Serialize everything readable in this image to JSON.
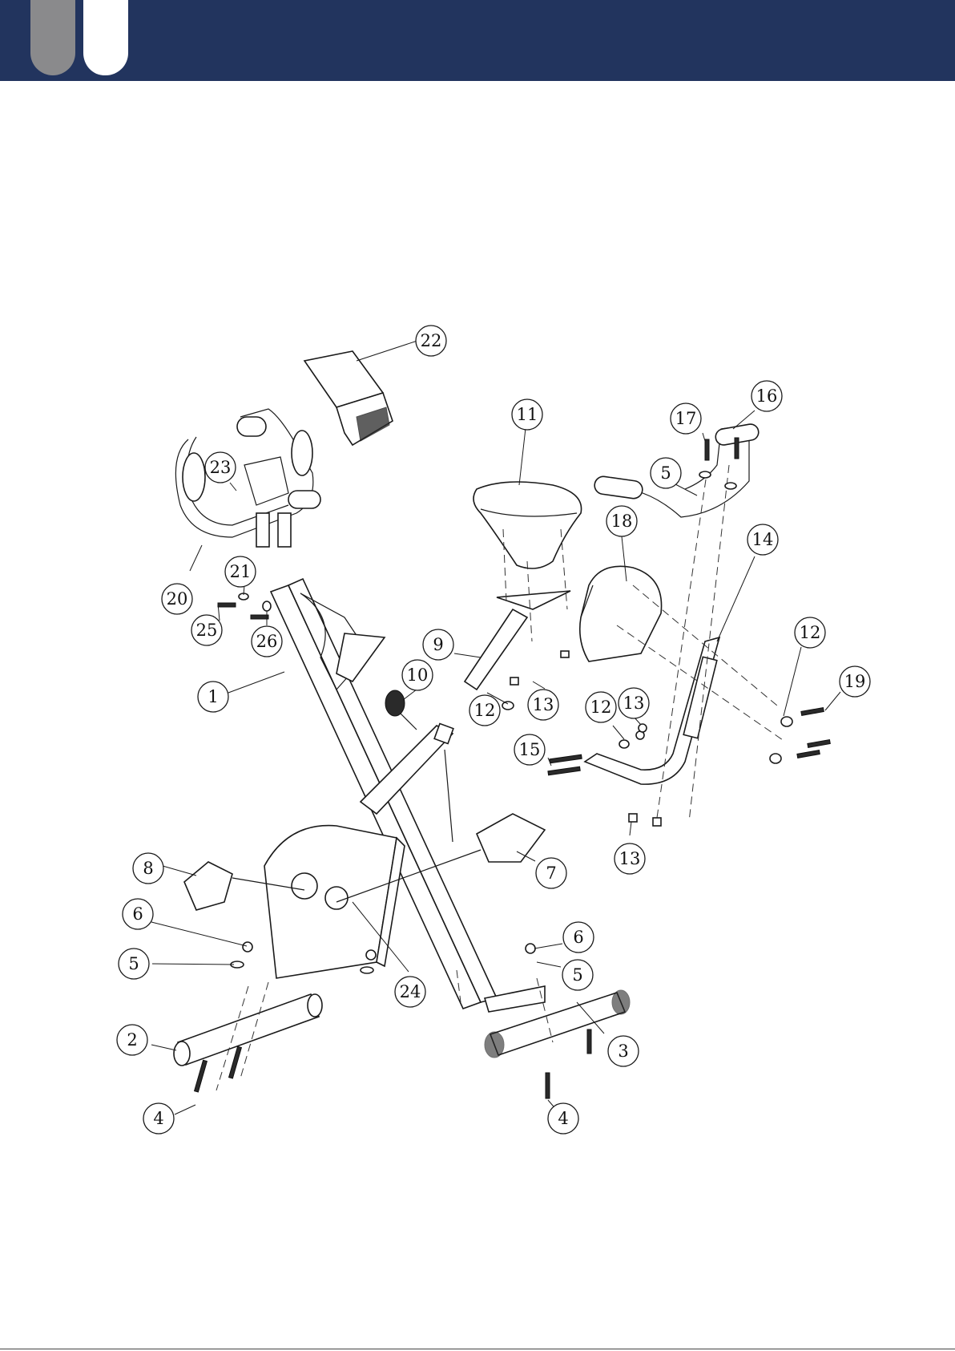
{
  "header": {
    "band_color": "#22345e",
    "tab_colors": [
      "#8a8a8c",
      "#ffffff"
    ]
  },
  "diagram": {
    "callouts": [
      {
        "id": "c22",
        "label": "22"
      },
      {
        "id": "c16",
        "label": "16"
      },
      {
        "id": "c11",
        "label": "11"
      },
      {
        "id": "c17",
        "label": "17"
      },
      {
        "id": "c5a",
        "label": "5"
      },
      {
        "id": "c23",
        "label": "23"
      },
      {
        "id": "c18",
        "label": "18"
      },
      {
        "id": "c14",
        "label": "14"
      },
      {
        "id": "c21",
        "label": "21"
      },
      {
        "id": "c20",
        "label": "20"
      },
      {
        "id": "c25",
        "label": "25"
      },
      {
        "id": "c26",
        "label": "26"
      },
      {
        "id": "c12a",
        "label": "12"
      },
      {
        "id": "c9",
        "label": "9"
      },
      {
        "id": "c19",
        "label": "19"
      },
      {
        "id": "c10",
        "label": "10"
      },
      {
        "id": "c1",
        "label": "1"
      },
      {
        "id": "c12b",
        "label": "12"
      },
      {
        "id": "c13a",
        "label": "13"
      },
      {
        "id": "c12c",
        "label": "12"
      },
      {
        "id": "c13b",
        "label": "13"
      },
      {
        "id": "c15",
        "label": "15"
      },
      {
        "id": "c13c",
        "label": "13"
      },
      {
        "id": "c8",
        "label": "8"
      },
      {
        "id": "c7",
        "label": "7"
      },
      {
        "id": "c6a",
        "label": "6"
      },
      {
        "id": "c6b",
        "label": "6"
      },
      {
        "id": "c5b",
        "label": "5"
      },
      {
        "id": "c5c",
        "label": "5"
      },
      {
        "id": "c24",
        "label": "24"
      },
      {
        "id": "c2",
        "label": "2"
      },
      {
        "id": "c3",
        "label": "3"
      },
      {
        "id": "c4a",
        "label": "4"
      },
      {
        "id": "c4b",
        "label": "4"
      }
    ]
  }
}
